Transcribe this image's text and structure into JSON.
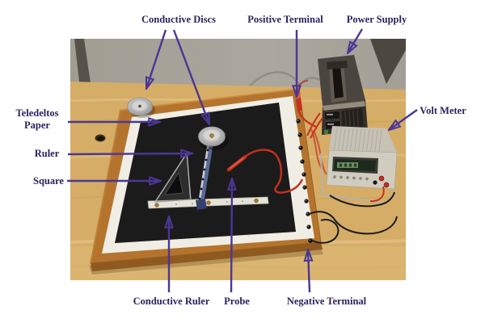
{
  "page": {
    "background": "#ffffff"
  },
  "annotation": {
    "text_color": "#2e2160",
    "arrow_color": "#4a3795"
  },
  "labels": {
    "conductive_discs": "Conductive Discs",
    "positive_terminal": "Positive Terminal",
    "power_supply": "Power Supply",
    "teledeltos_paper_line1": "Teledeltos",
    "teledeltos_paper_line2": "Paper",
    "ruler": "Ruler",
    "square": "Square",
    "volt_meter": "Volt Meter",
    "conductive_ruler": "Conductive Ruler",
    "probe": "Probe",
    "negative_terminal": "Negative Terminal"
  },
  "photo": {
    "objects": [
      "conductive-disc-top-left",
      "conductive-disc-center",
      "teledeltos-paper-sheet",
      "wooden-frame-board",
      "vertical-ruler",
      "set-square",
      "conductive-ruler-bar",
      "red-probe",
      "positive-terminal-plug",
      "negative-terminal-post",
      "binding-posts",
      "power-supply-unit",
      "volt-meter-unit"
    ],
    "palette": {
      "wall_grey": "#a8a49b",
      "table_wood": "#d6ad66",
      "frame_wood": "#b4742e",
      "paper_white": "#f0eee4",
      "teledeltos_black": "#161616",
      "wire_red": "#c5301d",
      "wire_black": "#1c1c1c",
      "metal_silver": "#c6c2b5"
    }
  }
}
